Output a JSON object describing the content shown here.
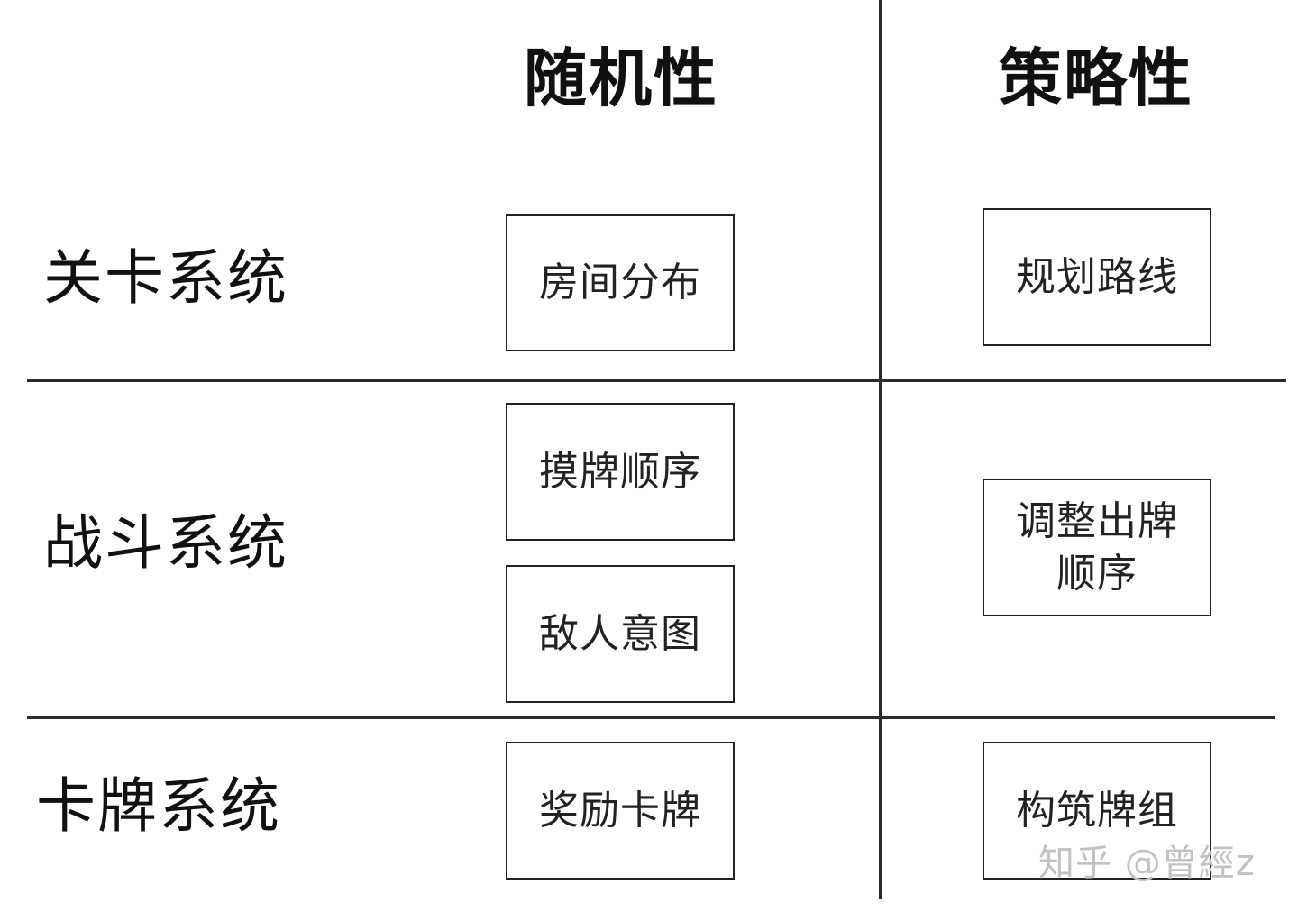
{
  "columns": {
    "randomness": "随机性",
    "strategy": "策略性"
  },
  "rows": {
    "level": "关卡系统",
    "battle": "战斗系统",
    "card": "卡牌系统"
  },
  "boxes": {
    "room_layout": "房间分布",
    "plan_route": "规划路线",
    "draw_order": "摸牌顺序",
    "adjust_play_order_line1": "调整出牌",
    "adjust_play_order_line2": "顺序",
    "enemy_intent": "敌人意图",
    "reward_cards": "奖励卡牌",
    "build_deck": "构筑牌组"
  },
  "watermark": "知乎 @曾經z"
}
